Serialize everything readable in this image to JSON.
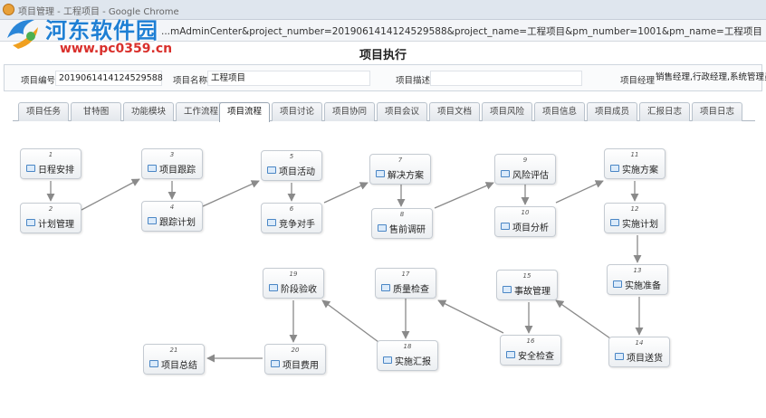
{
  "window": {
    "title": "项目管理 - 工程项目 - Google Chrome"
  },
  "address": {
    "url": "...mAdminCenter&project_number=2019061414124529588&project_name=工程项目&pm_number=1001&pm_name=工程项目"
  },
  "watermark": {
    "site_name": "河东软件园",
    "site_url": "www.pc0359.cn"
  },
  "page": {
    "title": "项目执行"
  },
  "info": {
    "project_number_label": "项目编号",
    "project_number_value": "2019061414124529588",
    "project_name_label": "项目名称",
    "project_name_value": "工程项目",
    "project_desc_label": "项目描述",
    "project_desc_value": "",
    "manager_label": "项目经理",
    "manager_value": "销售经理,行政经理,系统管理员,"
  },
  "tabs": [
    {
      "label": "项目任务"
    },
    {
      "label": "甘特图"
    },
    {
      "label": "功能模块"
    },
    {
      "label": "工作流程"
    },
    {
      "label": "项目流程",
      "active": true
    },
    {
      "label": "项目讨论"
    },
    {
      "label": "项目协同"
    },
    {
      "label": "项目会议"
    },
    {
      "label": "项目文档"
    },
    {
      "label": "项目风险"
    },
    {
      "label": "项目信息"
    },
    {
      "label": "项目成员"
    },
    {
      "label": "汇报日志"
    },
    {
      "label": "项目日志"
    }
  ],
  "nodes": [
    {
      "num": "1",
      "label": "日程安排"
    },
    {
      "num": "2",
      "label": "计划管理"
    },
    {
      "num": "3",
      "label": "项目跟踪"
    },
    {
      "num": "4",
      "label": "跟踪计划"
    },
    {
      "num": "5",
      "label": "项目活动"
    },
    {
      "num": "6",
      "label": "竞争对手"
    },
    {
      "num": "7",
      "label": "解决方案"
    },
    {
      "num": "8",
      "label": "售前调研"
    },
    {
      "num": "9",
      "label": "风险评估"
    },
    {
      "num": "10",
      "label": "项目分析"
    },
    {
      "num": "11",
      "label": "实施方案"
    },
    {
      "num": "12",
      "label": "实施计划"
    },
    {
      "num": "13",
      "label": "实施准备"
    },
    {
      "num": "14",
      "label": "项目送货"
    },
    {
      "num": "15",
      "label": "事故管理"
    },
    {
      "num": "16",
      "label": "安全检查"
    },
    {
      "num": "17",
      "label": "质量检查"
    },
    {
      "num": "18",
      "label": "实施汇报"
    },
    {
      "num": "19",
      "label": "阶段验收"
    },
    {
      "num": "20",
      "label": "项目费用"
    },
    {
      "num": "21",
      "label": "项目总结"
    }
  ],
  "colors": {
    "accent": "#4a86c5",
    "edge": "#8a8a8a",
    "watermark_blue": "#1e7fd4",
    "watermark_red": "#d9302c"
  },
  "icons": {
    "node": "window-icon",
    "app": "chrome-icon",
    "logo": "site-logo-icon"
  }
}
